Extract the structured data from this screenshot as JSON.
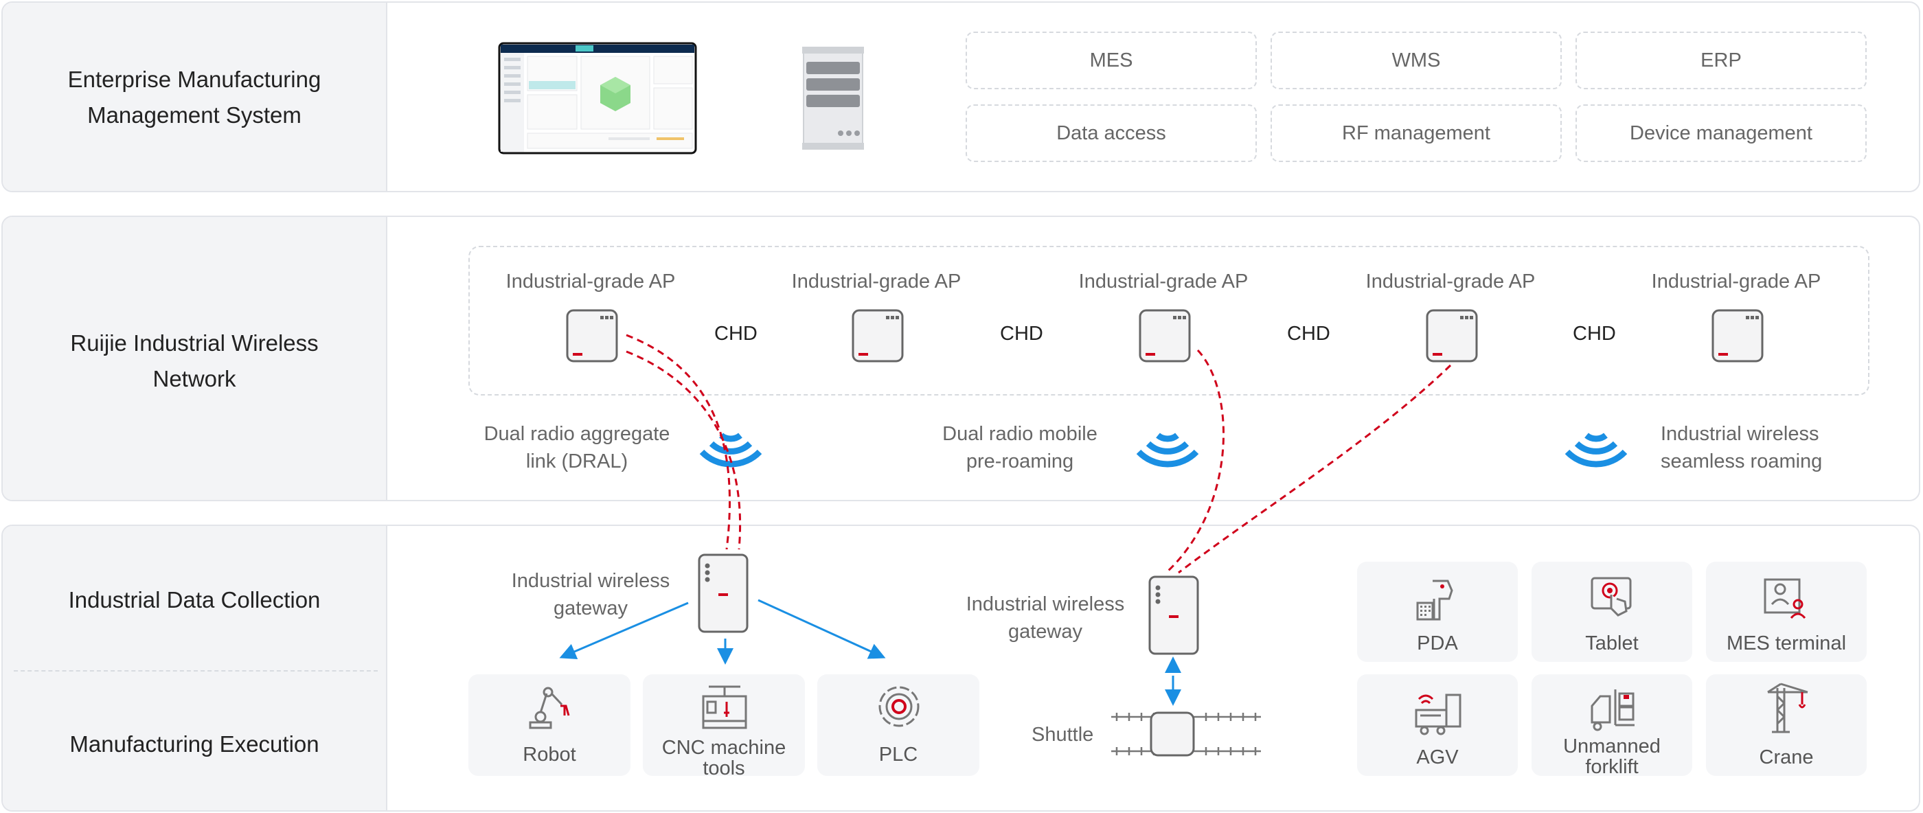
{
  "layers": {
    "enterprise": "Enterprise Manufacturing Management System",
    "network": "Ruijie Industrial Wireless Network",
    "collection": "Industrial Data Collection",
    "execution": "Manufacturing Execution"
  },
  "systems": [
    "MES",
    "WMS",
    "ERP",
    "Data access",
    "RF management",
    "Device management"
  ],
  "aps": [
    "Industrial-grade AP",
    "Industrial-grade AP",
    "Industrial-grade AP",
    "Industrial-grade AP",
    "Industrial-grade AP"
  ],
  "chd": [
    "CHD",
    "CHD",
    "CHD",
    "CHD"
  ],
  "features": {
    "dral": [
      "Dual radio aggregate",
      "link (DRAL)"
    ],
    "preroam": [
      "Dual radio mobile",
      "pre-roaming"
    ],
    "seamless": [
      "Industrial wireless",
      "seamless roaming"
    ]
  },
  "gateways": {
    "left": [
      "Industrial wireless",
      "gateway"
    ],
    "right": [
      "Industrial wireless",
      "gateway"
    ]
  },
  "shuttle": "Shuttle",
  "machines": [
    {
      "label": [
        "Robot"
      ],
      "icon": "robot-arm-icon"
    },
    {
      "label": [
        "CNC machine",
        "tools"
      ],
      "icon": "cnc-machine-icon"
    },
    {
      "label": [
        "PLC"
      ],
      "icon": "plc-gear-icon"
    }
  ],
  "terminals": [
    {
      "label": [
        "PDA"
      ],
      "icon": "pda-scanner-icon"
    },
    {
      "label": [
        "Tablet"
      ],
      "icon": "tablet-touch-icon"
    },
    {
      "label": [
        "MES terminal"
      ],
      "icon": "mes-terminal-icon"
    },
    {
      "label": [
        "AGV"
      ],
      "icon": "agv-icon"
    },
    {
      "label": [
        "Unmanned",
        "forklift"
      ],
      "icon": "forklift-icon"
    },
    {
      "label": [
        "Crane"
      ],
      "icon": "crane-icon"
    }
  ],
  "colors": {
    "accent_red": "#d0021b",
    "link_blue": "#1a8fe3",
    "gray_line": "#777777"
  }
}
